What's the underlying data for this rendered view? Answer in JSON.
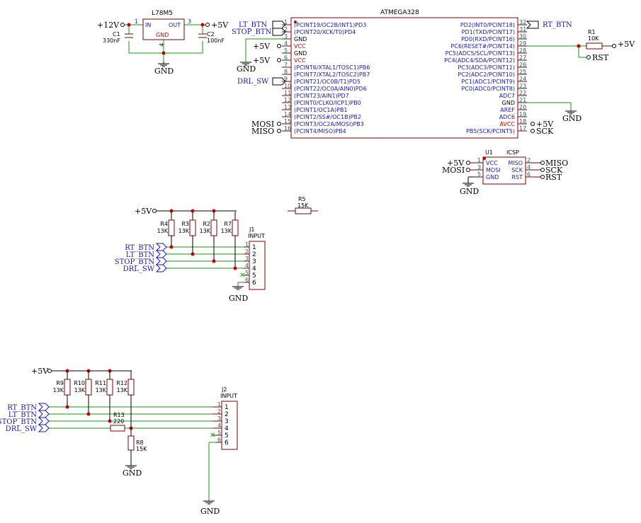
{
  "regulator": {
    "ref": "L78M5",
    "in_label": "IN",
    "out_label": "OUT",
    "gnd_label": "GND",
    "pin1": "1",
    "pin3": "3",
    "pin4": "4"
  },
  "supply": {
    "in_v": "+12V",
    "out_v": "+5V",
    "gnd": "GND"
  },
  "c1": {
    "ref": "C1",
    "val": "330nF"
  },
  "c2": {
    "ref": "C2",
    "val": "100nF"
  },
  "mcu": {
    "name": "ATMEGA328",
    "left_pins": [
      {
        "num": "1",
        "name": "(PCINT19/OC2B/INT1)PD3",
        "net": "LT_BTN",
        "col": "blu"
      },
      {
        "num": "2",
        "name": "(PCINT20/XCK/T0)PD4",
        "net": "STOP_BTN",
        "col": "blu"
      },
      {
        "num": "3",
        "name": "GND",
        "net": "GND",
        "col": "blk"
      },
      {
        "num": "4",
        "name": "VCC",
        "net": "+5V",
        "col": "red"
      },
      {
        "num": "5",
        "name": "GND",
        "net": "",
        "col": "blk"
      },
      {
        "num": "6",
        "name": "VCC",
        "net": "+5V",
        "col": "red"
      },
      {
        "num": "7",
        "name": "(PCINT6/XTAL1/TOSC1)PB6",
        "net": "",
        "col": "blu"
      },
      {
        "num": "8",
        "name": "(PCINT7/XTAL2/TOSC2)PB7",
        "net": "",
        "col": "blu"
      },
      {
        "num": "9",
        "name": "(PCINT21/OC0B/T1)PD5",
        "net": "DRL_SW",
        "col": "blu"
      },
      {
        "num": "10",
        "name": "(PCINT22/OC0A/AIN0)PD6",
        "net": "",
        "col": "blu"
      },
      {
        "num": "11",
        "name": "(PCINT23/AIN1)PD7",
        "net": "",
        "col": "blu"
      },
      {
        "num": "12",
        "name": "(PCINT0/CLKO/ICP1)PB0",
        "net": "",
        "col": "blu"
      },
      {
        "num": "13",
        "name": "(PCINT1/OC1A)PB1",
        "net": "",
        "col": "blu"
      },
      {
        "num": "14",
        "name": "(PCINT2/SS#/OC1B)PB2",
        "net": "",
        "col": "blu"
      },
      {
        "num": "15",
        "name": "(PCINT3/OC2A/MOSI)PB3",
        "net": "MOSI",
        "col": "blu"
      },
      {
        "num": "16",
        "name": "(PCINT4/MISO)PB4",
        "net": "MISO",
        "col": "blu"
      }
    ],
    "right_pins": [
      {
        "num": "32",
        "name": "PD2(INT0/PCINT18)",
        "net": "RT_BTN",
        "col": "blu"
      },
      {
        "num": "31",
        "name": "PD1(TXD/PCINT17)",
        "net": "",
        "col": "blu"
      },
      {
        "num": "30",
        "name": "PD0(RXD/PCINT16)",
        "net": "",
        "col": "blu"
      },
      {
        "num": "29",
        "name": "PC6(RESET#/PCINT14)",
        "net": "",
        "col": "blu"
      },
      {
        "num": "28",
        "name": "PC5(ADC5/SCL/PCINT13)",
        "net": "",
        "col": "blu"
      },
      {
        "num": "27",
        "name": "PC4(ADC4/SDA/PCINT12)",
        "net": "",
        "col": "blu"
      },
      {
        "num": "26",
        "name": "PC3(ADC3/PCINT11)",
        "net": "",
        "col": "blu"
      },
      {
        "num": "25",
        "name": "PC2(ADC2/PCINT10)",
        "net": "",
        "col": "blu"
      },
      {
        "num": "24",
        "name": "PC1(ADC1/PCINT9)",
        "net": "",
        "col": "blu"
      },
      {
        "num": "23",
        "name": "PC0(ADC0/PCINT8)",
        "net": "",
        "col": "blu"
      },
      {
        "num": "22",
        "name": "ADC7",
        "net": "",
        "col": "blu"
      },
      {
        "num": "21",
        "name": "GND",
        "net": "GND",
        "col": "blk"
      },
      {
        "num": "20",
        "name": "AREF",
        "net": "",
        "col": "blu"
      },
      {
        "num": "19",
        "name": "ADC6",
        "net": "",
        "col": "blu"
      },
      {
        "num": "18",
        "name": "AVCC",
        "net": "+5V",
        "col": "red"
      },
      {
        "num": "17",
        "name": "PB5(SCK/PCINT5)",
        "net": "SCK",
        "col": "blu"
      }
    ]
  },
  "r1": {
    "ref": "R1",
    "val": "10K",
    "net_v": "+5V",
    "net_rst": "RST"
  },
  "r5": {
    "ref": "R5",
    "val": "15K"
  },
  "icsp": {
    "ref": "U1",
    "title": "ICSP",
    "pins": [
      {
        "num": "1",
        "name": "VCC",
        "net": "+5V"
      },
      {
        "num": "3",
        "name": "MOSI",
        "net": "MOSI"
      },
      {
        "num": "5",
        "name": "GND",
        "net": "GND"
      },
      {
        "num": "2",
        "name": "MISO",
        "net": "MISO"
      },
      {
        "num": "4",
        "name": "SCK",
        "net": "SCK"
      },
      {
        "num": "6",
        "name": "RST",
        "net": "RST"
      }
    ]
  },
  "block1": {
    "vcc": "+5V",
    "resistors": [
      {
        "ref": "R4",
        "val": "13K"
      },
      {
        "ref": "R3",
        "val": "13K"
      },
      {
        "ref": "R2",
        "val": "13K"
      },
      {
        "ref": "R7",
        "val": "13K"
      }
    ],
    "nets": [
      "RT_BTN",
      "LT_BTN",
      "STOP_BTN",
      "DRL_SW"
    ],
    "conn_ref": "J1",
    "conn_val": "INPUT",
    "pins": [
      "1",
      "2",
      "3",
      "4",
      "5",
      "6"
    ],
    "gnd": "GND"
  },
  "block2": {
    "vcc": "+5V",
    "resistors": [
      {
        "ref": "R9",
        "val": "13K"
      },
      {
        "ref": "R10",
        "val": "13K"
      },
      {
        "ref": "R11",
        "val": "13K"
      },
      {
        "ref": "R12",
        "val": "13K"
      }
    ],
    "nets": [
      "RT_BTN",
      "LT_BTN",
      "STOP_BTN",
      "DRL_SW"
    ],
    "r13": {
      "ref": "R13",
      "val": "220"
    },
    "r8": {
      "ref": "R8",
      "val": "15K"
    },
    "conn_ref": "J2",
    "conn_val": "INPUT",
    "pins": [
      "1",
      "2",
      "3",
      "4",
      "5",
      "6"
    ],
    "gnd": "GND"
  }
}
